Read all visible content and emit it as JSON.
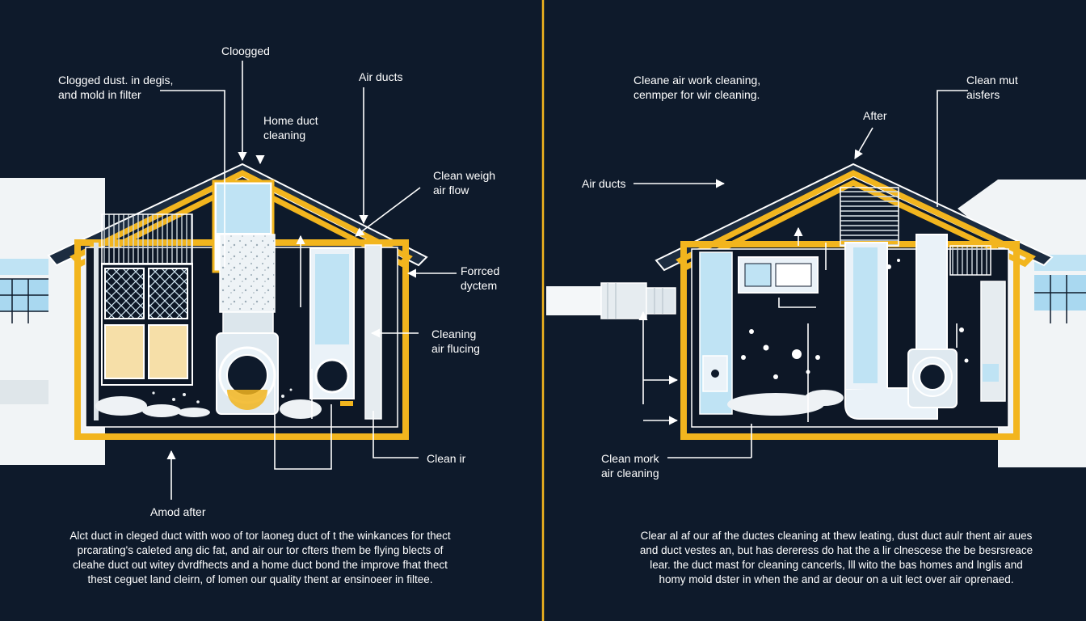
{
  "colors": {
    "background": "#0e1a2b",
    "frame": "#f2b51e",
    "duct": "#eaf2f8",
    "accent_blue": "#a9d8f0",
    "divider": "#f2b51e"
  },
  "left": {
    "labels": {
      "clogged": "Cloogged",
      "clogged_dust": "Clogged dust. in degis,\nand mold in filter",
      "home_duct": "Home duct\ncleaning",
      "air_ducts": "Air ducts",
      "clean_weigh": "Clean weigh\nair flow",
      "forced": "Forrced\ndyctem",
      "cleaning_air": "Cleaning\nair flucing",
      "clean_ir": "Clean ir",
      "amod_after": "Amod after"
    },
    "paragraph": "Alct duct in cleged duct witth woo of tor laoneg duct of t the winkances for thect\nprcarating's caleted ang dic fat, and air our tor cfters them be flying blects of\ncleahe duct out witey dvrdfhects and a home duct bond the improve fhat thect\nthest ceguet land cleirn, of lomen our quality thent ar ensinoeer in filtee."
  },
  "right": {
    "labels": {
      "cleane_air": "Cleane air work cleaning,\ncenmper for wir cleaning.",
      "clean_mut": "Clean mut\naisfers",
      "after": "After",
      "air_ducts": "Air ducts",
      "clean_mork": "Clean mork\nair cleaning"
    },
    "paragraph": "Clear al af our af the ductes cleaning at thew leating, dust duct aulr thent air aues\nand duct vestes an, but has dereress do hat the a lir clnescese the be besrsreace\nlear. the duct mast for cleaning cancerls, lll wito the bas homes and lnglis and\nhomy mold dster in when the and ar deour on a uit lect over air oprenaed."
  }
}
